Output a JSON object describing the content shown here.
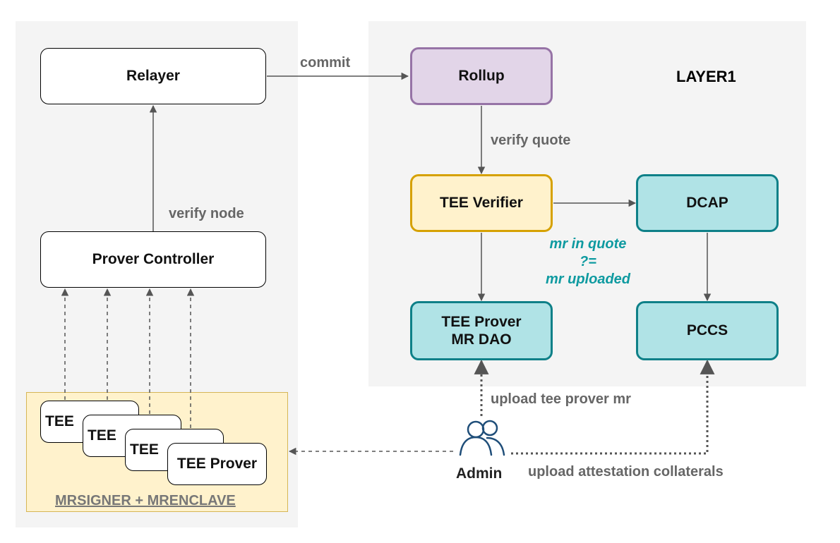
{
  "layer1_title": "LAYER1",
  "nodes": {
    "relayer": "Relayer",
    "prover_controller": "Prover Controller",
    "rollup": "Rollup",
    "tee_verifier": "TEE Verifier",
    "dcap": "DCAP",
    "tee_prover_mr_dao_line1": "TEE Prover",
    "tee_prover_mr_dao_line2": "MR DAO",
    "pccs": "PCCS"
  },
  "tee_cards": [
    "TEE",
    "TEE",
    "TEE",
    "TEE Prover"
  ],
  "tee_group_label": "MRSIGNER + MRENCLAVE",
  "edge_labels": {
    "commit": "commit",
    "verify_quote": "verify quote",
    "verify_node": "verify node",
    "upload_tee_prover_mr": "upload tee prover mr",
    "upload_attestation_collaterals": "upload attestation collaterals"
  },
  "mr_check": {
    "line1": "mr in quote",
    "line2": "?=",
    "line3": "mr uploaded"
  },
  "admin_label": "Admin",
  "colors": {
    "rollup_fill": "#e2d5e8",
    "rollup_stroke": "#9673a6",
    "verifier_fill": "#fff2cc",
    "verifier_stroke": "#d6a100",
    "teal_fill": "#b0e3e6",
    "teal_stroke": "#0e8088",
    "mr_check_text": "#0e9aa0",
    "edge": "#555555"
  },
  "icons": {
    "admin": "users-icon"
  }
}
